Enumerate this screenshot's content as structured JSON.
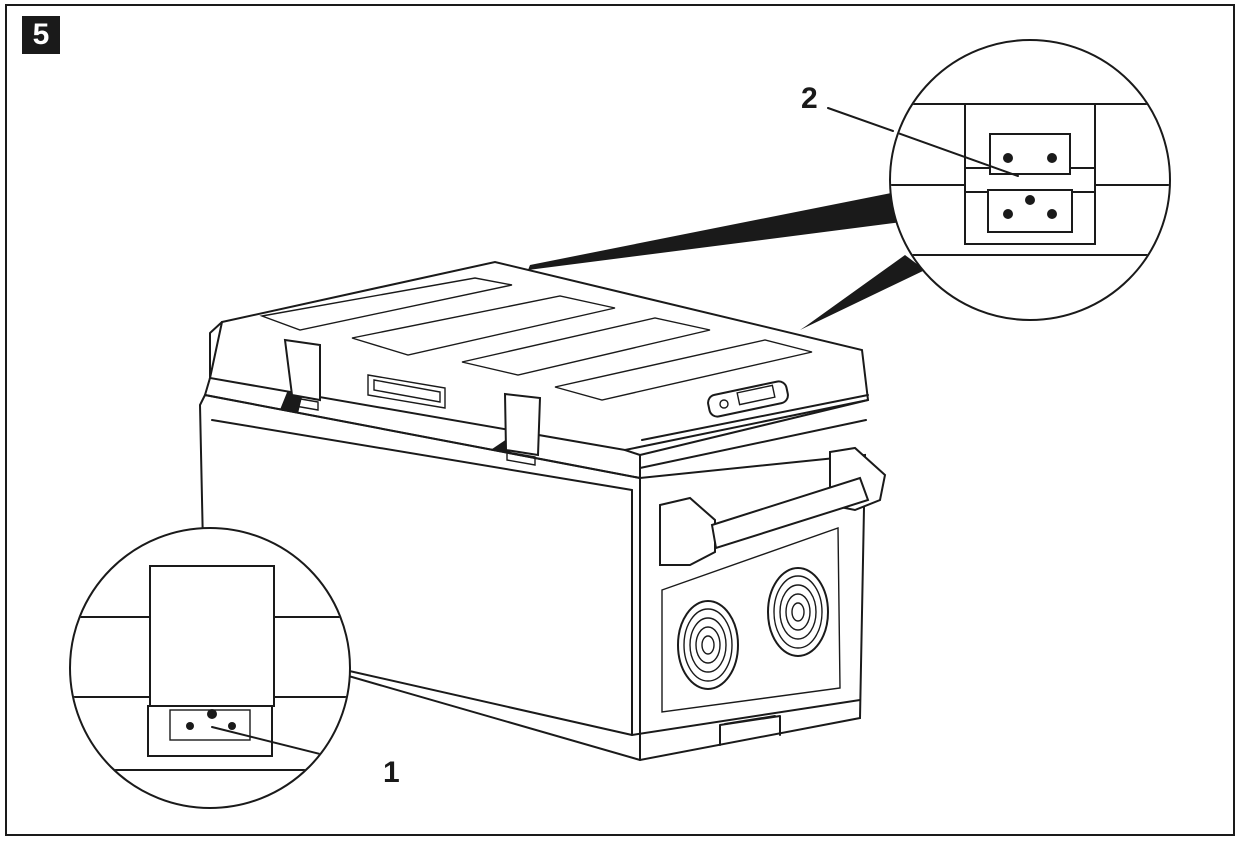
{
  "figure": {
    "number": "5",
    "callouts": [
      {
        "id": "1",
        "text": "1"
      },
      {
        "id": "2",
        "text": "2"
      }
    ]
  },
  "colors": {
    "ink": "#1a1a1a",
    "background": "#ffffff"
  }
}
